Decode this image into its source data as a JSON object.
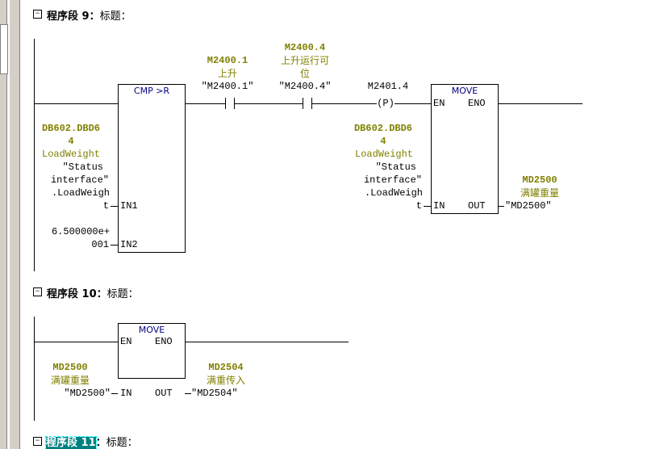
{
  "networks": [
    {
      "collapse": "−",
      "label": "程序段",
      "num": "9",
      "sep": "：",
      "title": "标题：",
      "cmp": {
        "title": "CMP >R",
        "in1": "IN1",
        "in2": "IN2",
        "in1_operand": {
          "addr_lines": [
            "DB602.DBD6",
            "4"
          ],
          "symbol": "LoadWeight",
          "lines": [
            "″Status",
            "interface″",
            ".LoadWeigh",
            "t"
          ]
        },
        "in2_operand": [
          "6.500000e+",
          "001"
        ]
      },
      "contact1": {
        "addr": "M2400.1",
        "symbol": "上升",
        "name": "″M2400.1″"
      },
      "contact2": {
        "addr": "M2400.4",
        "symbol_lines": [
          "上升运行可",
          "位"
        ],
        "name": "″M2400.4″"
      },
      "pcoil": {
        "name": "M2401.4",
        "glyph": "P"
      },
      "move": {
        "title": "MOVE",
        "en": "EN",
        "eno": "ENO",
        "in": "IN",
        "out": "OUT",
        "in_operand": {
          "addr_lines": [
            "DB602.DBD6",
            "4"
          ],
          "symbol": "LoadWeight",
          "lines": [
            "″Status",
            "interface″",
            ".LoadWeigh",
            "t"
          ]
        },
        "out_operand": {
          "addr": "MD2500",
          "symbol": "满罐重量",
          "name": "″MD2500″"
        }
      }
    },
    {
      "collapse": "−",
      "label": "程序段",
      "num": "10",
      "sep": "：",
      "title": "标题：",
      "move": {
        "title": "MOVE",
        "en": "EN",
        "eno": "ENO",
        "in": "IN",
        "out": "OUT",
        "in_operand": {
          "addr": "MD2500",
          "symbol": "满罐重量",
          "name": "″MD2500″"
        },
        "out_operand": {
          "addr": "MD2504",
          "symbol": "满重传入",
          "name": "″MD2504″"
        }
      }
    },
    {
      "collapse": "−",
      "label": "程序段",
      "num": "11",
      "sep": "：",
      "title": "标题："
    }
  ]
}
